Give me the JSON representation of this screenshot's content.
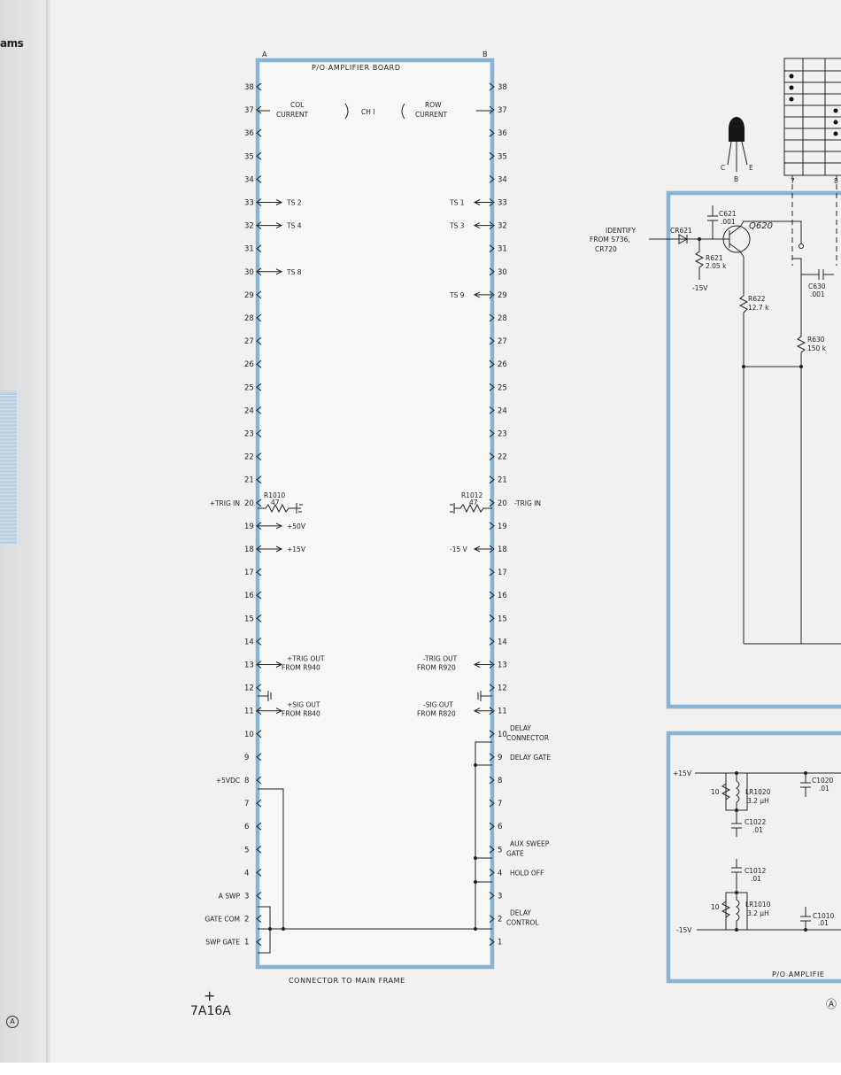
{
  "page": {
    "edge_fragment": "ams",
    "edge_seal": "A",
    "model": "7A16A",
    "corner_seal": "A"
  },
  "colors": {
    "board_fill": "#cfe0ee",
    "board_border": "#86b3d6",
    "ink": "#222222",
    "paper": "#f1f1ef"
  },
  "connector": {
    "title": "P/O AMPLIFIER BOARD",
    "bottom_label": "CONNECTOR TO MAIN FRAME",
    "side_a": "A",
    "side_b": "B",
    "center_group": {
      "left": "COL CURRENT",
      "middle": "CH I",
      "right": "ROW CURRENT"
    },
    "pins": [
      "38",
      "37",
      "36",
      "35",
      "34",
      "33",
      "32",
      "31",
      "30",
      "29",
      "28",
      "27",
      "26",
      "25",
      "24",
      "23",
      "22",
      "21",
      "20",
      "19",
      "18",
      "17",
      "16",
      "15",
      "14",
      "13",
      "12",
      "11",
      "10",
      "9",
      "8",
      "7",
      "6",
      "5",
      "4",
      "3",
      "2",
      "1"
    ],
    "left_signals": [
      {
        "pin": "33",
        "text": "TS 2"
      },
      {
        "pin": "32",
        "text": "TS 4"
      },
      {
        "pin": "30",
        "text": "TS 8"
      },
      {
        "pin": "19",
        "text": "+50V"
      },
      {
        "pin": "18",
        "text": "+15V"
      },
      {
        "pin": "13",
        "text": "+TRIG OUT",
        "text2": "FROM R940"
      },
      {
        "pin": "11",
        "text": "+SIG OUT",
        "text2": "FROM R840"
      }
    ],
    "right_signals": [
      {
        "pin": "33",
        "text": "TS 1"
      },
      {
        "pin": "32",
        "text": "TS 3"
      },
      {
        "pin": "29",
        "text": "TS 9"
      },
      {
        "pin": "18",
        "text": "-15 V"
      },
      {
        "pin": "13",
        "text": "-TRIG OUT",
        "text2": "FROM R920"
      },
      {
        "pin": "11",
        "text": "-SIG OUT",
        "text2": "FROM R820"
      }
    ],
    "outside_left": [
      {
        "pin": "20",
        "text": "+TRIG IN"
      },
      {
        "pin": "8",
        "text": "+5VDC"
      },
      {
        "pin": "3",
        "text": "A SWP"
      },
      {
        "pin": "2",
        "text": "GATE COM"
      },
      {
        "pin": "1",
        "text": "SWP GATE"
      }
    ],
    "outside_right": [
      {
        "pin": "20",
        "text": "-TRIG IN"
      },
      {
        "pin": "10",
        "text": "DELAY",
        "text2": "CONNECTOR"
      },
      {
        "pin": "9",
        "text": "DELAY GATE"
      },
      {
        "pin": "5",
        "text": "AUX SWEEP",
        "text2": "GATE"
      },
      {
        "pin": "4",
        "text": "HOLD OFF"
      },
      {
        "pin": "2",
        "text": "DELAY",
        "text2": "CONTROL"
      }
    ],
    "resistors": [
      {
        "name": "R1010",
        "value": "47"
      },
      {
        "name": "R1012",
        "value": "47"
      }
    ]
  },
  "identify_circuit": {
    "input_label": "IDENTIFY",
    "input_label2": "FROM S736,",
    "input_label3": "CR720",
    "diode": "CR621",
    "transistor": "Q620",
    "cap1": {
      "name": "C621",
      "value": ".001"
    },
    "r1": {
      "name": "R621",
      "value": "2.05 k"
    },
    "supply": "-15V",
    "r2": {
      "name": "R622",
      "value": "12.7 k"
    },
    "cap2": {
      "name": "C630",
      "value": ".001"
    },
    "r3": {
      "name": "R630",
      "value": "150 k"
    },
    "switch_labels": [
      "7",
      "8"
    ],
    "transistor_leads": [
      "C",
      "B",
      "E"
    ]
  },
  "power_filter": {
    "plus_rail": "+15V",
    "minus_rail": "-15V",
    "parts": [
      {
        "name": "LR1020",
        "value": "3.2 μH",
        "r": "10"
      },
      {
        "name": "C1020",
        "value": ".01"
      },
      {
        "name": "C1022",
        "value": ".01"
      },
      {
        "name": "C1012",
        "value": ".01"
      },
      {
        "name": "LR1010",
        "value": "3.2 μH",
        "r": "10"
      },
      {
        "name": "C1010",
        "value": ".01"
      }
    ],
    "bottom_label": "P/O AMPLIFIE"
  }
}
